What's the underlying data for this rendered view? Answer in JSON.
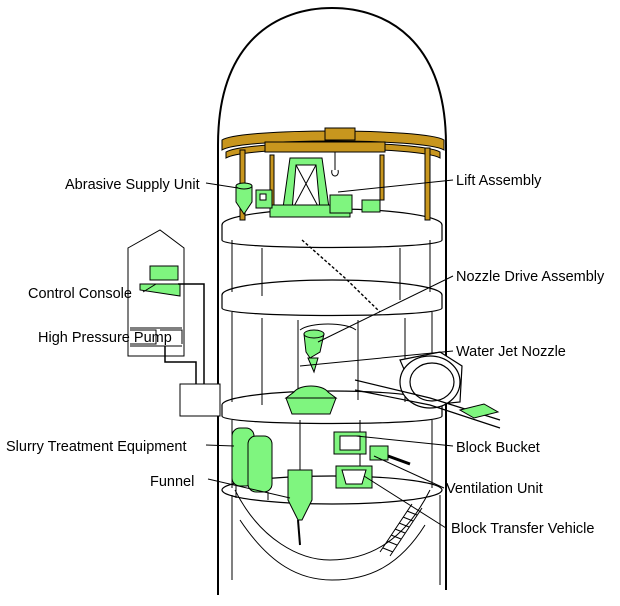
{
  "labels": {
    "abrasive_supply_unit": "Abrasive  Supply Unit",
    "lift_assembly": "Lift Assembly",
    "control_console": "Control  Console",
    "nozzle_drive_assembly": "Nozzle Drive Assembly",
    "high_pressure_pump": "High Pressure Pump",
    "water_jet_nozzle": "Water Jet Nozzle",
    "slurry_treatment_equipment": "Slurry Treatment Equipment",
    "block_bucket": "Block Bucket",
    "funnel": "Funnel",
    "ventilation_unit": "Ventilation  Unit",
    "block_transfer_vehicle": "Block Transfer Vehicle"
  },
  "colors": {
    "equipment": "#7ff57f",
    "crane": "#c8961e",
    "outline": "#000000",
    "background": "#ffffff"
  }
}
